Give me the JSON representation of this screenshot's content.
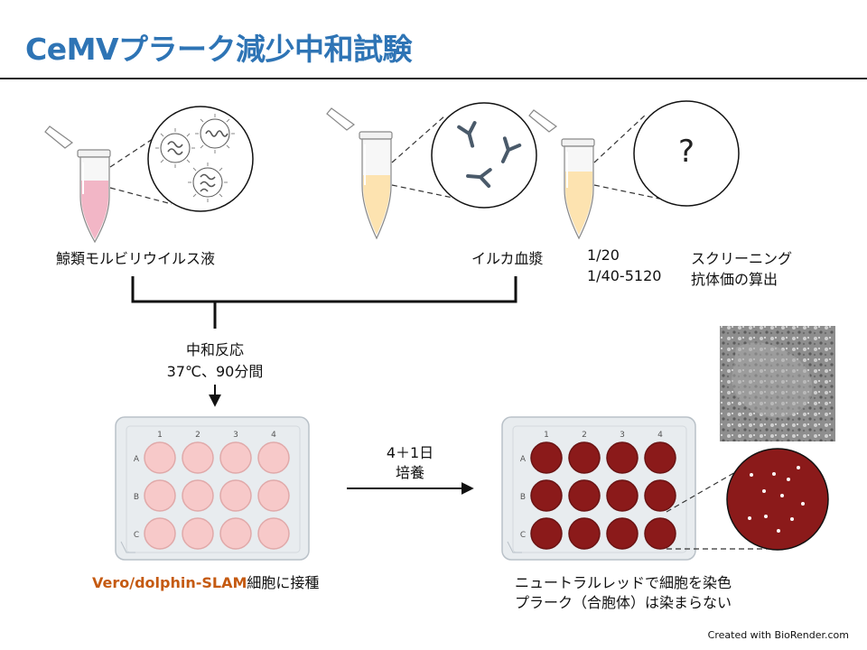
{
  "slide": {
    "title": "CeMVプラーク減少中和試験",
    "credit": "Created with BioRender.com"
  },
  "samples": {
    "virus_label": "鯨類モルビリウイルス液",
    "serum_label": "イルカ血漿",
    "unknown_mark": "?",
    "dilutions": [
      {
        "ratio": "1/20",
        "purpose": "スクリーニング"
      },
      {
        "ratio": "1/40-5120",
        "purpose": "抗体価の算出"
      }
    ]
  },
  "reaction": {
    "name": "中和反応",
    "conditions": "37℃、90分間"
  },
  "culture": {
    "duration": "4＋1日",
    "name": "培養"
  },
  "plate": {
    "columns": [
      "1",
      "2",
      "3",
      "4"
    ],
    "rows": [
      "A",
      "B",
      "C"
    ]
  },
  "inoculation": {
    "cell_line": "Vero/dolphin-SLAM",
    "action": "細胞に接種"
  },
  "staining": {
    "line1": "ニュートラルレッドで細胞を染色",
    "line2": "プラーク（合胞体）は染まらない"
  },
  "colors": {
    "title": "#2e74b5",
    "accent": "#c55a11",
    "well_before": "#f7c9c9",
    "well_after": "#8b1a1a",
    "virus_tube_fill": "#f2b6c6",
    "serum_tube_fill": "#fde3b0"
  }
}
